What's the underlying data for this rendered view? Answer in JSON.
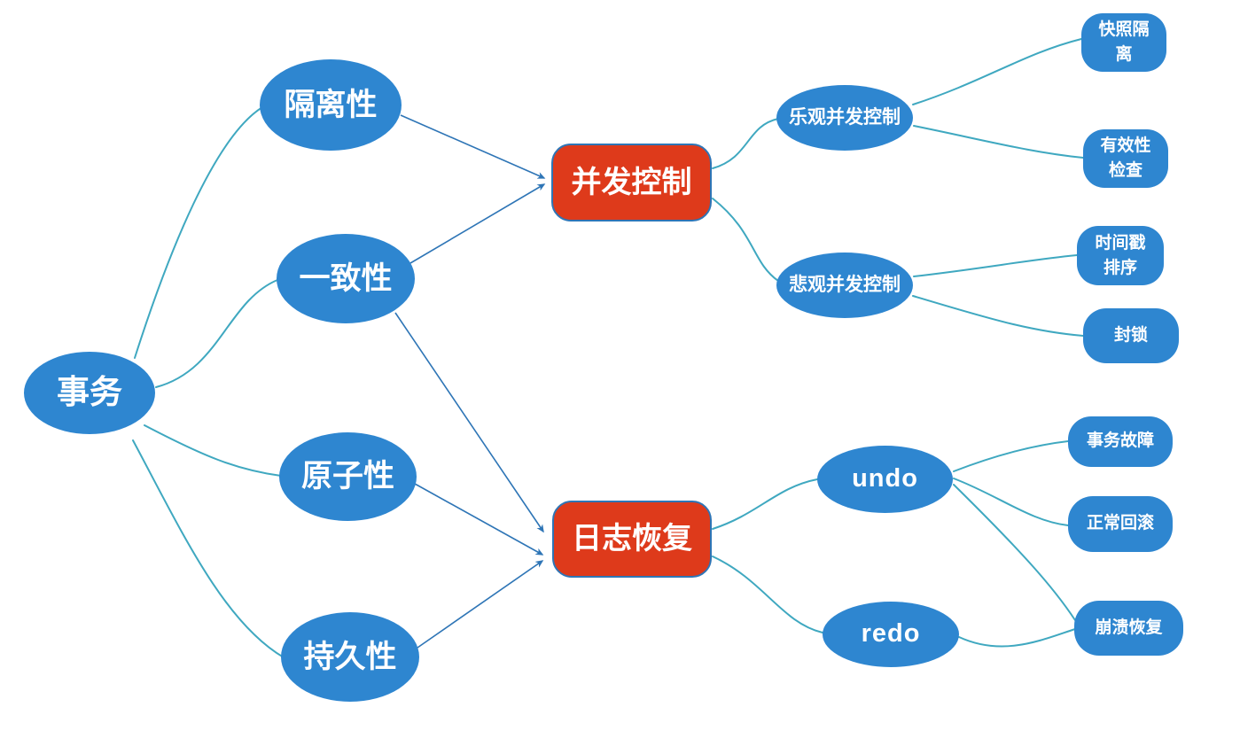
{
  "diagram_title": "事务 (transaction) mind map",
  "colors": {
    "node_blue": "#2E86D0",
    "hub_red": "#DE3A1B",
    "hub_border_blue": "#2E75B6",
    "curve_teal": "#3FA8C0",
    "arrow_blue": "#2E75B6",
    "text": "#FFFFFF",
    "background": "#FFFFFF"
  },
  "nodes": {
    "root": {
      "label": "事务"
    },
    "isolation": {
      "label": "隔离性"
    },
    "consistency": {
      "label": "一致性"
    },
    "atomicity": {
      "label": "原子性"
    },
    "durability": {
      "label": "持久性"
    },
    "concurrency_control": {
      "label": "并发控制"
    },
    "log_recovery": {
      "label": "日志恢复"
    },
    "optimistic_cc": {
      "label": "乐观并发控制"
    },
    "pessimistic_cc": {
      "label": "悲观并发控制"
    },
    "undo": {
      "label": "undo"
    },
    "redo": {
      "label": "redo"
    },
    "snapshot_isolation": {
      "label": "快照隔离"
    },
    "validity_check": {
      "label": "有效性检查"
    },
    "timestamp_ordering": {
      "label": "时间戳排序"
    },
    "locking": {
      "label": "封锁"
    },
    "transaction_failure": {
      "label": "事务故障"
    },
    "normal_rollback": {
      "label": "正常回滚"
    },
    "crash_recovery": {
      "label": "崩溃恢复"
    }
  },
  "edges": [
    {
      "from": "root",
      "to": "isolation",
      "style": "curve"
    },
    {
      "from": "root",
      "to": "consistency",
      "style": "curve"
    },
    {
      "from": "root",
      "to": "atomicity",
      "style": "curve"
    },
    {
      "from": "root",
      "to": "durability",
      "style": "curve"
    },
    {
      "from": "isolation",
      "to": "concurrency_control",
      "style": "arrow"
    },
    {
      "from": "consistency",
      "to": "concurrency_control",
      "style": "arrow"
    },
    {
      "from": "consistency",
      "to": "log_recovery",
      "style": "arrow"
    },
    {
      "from": "atomicity",
      "to": "log_recovery",
      "style": "arrow"
    },
    {
      "from": "durability",
      "to": "log_recovery",
      "style": "arrow"
    },
    {
      "from": "concurrency_control",
      "to": "optimistic_cc",
      "style": "curve"
    },
    {
      "from": "concurrency_control",
      "to": "pessimistic_cc",
      "style": "curve"
    },
    {
      "from": "optimistic_cc",
      "to": "snapshot_isolation",
      "style": "curve"
    },
    {
      "from": "optimistic_cc",
      "to": "validity_check",
      "style": "curve"
    },
    {
      "from": "pessimistic_cc",
      "to": "timestamp_ordering",
      "style": "curve"
    },
    {
      "from": "pessimistic_cc",
      "to": "locking",
      "style": "curve"
    },
    {
      "from": "log_recovery",
      "to": "undo",
      "style": "curve"
    },
    {
      "from": "log_recovery",
      "to": "redo",
      "style": "curve"
    },
    {
      "from": "undo",
      "to": "transaction_failure",
      "style": "curve"
    },
    {
      "from": "undo",
      "to": "normal_rollback",
      "style": "curve"
    },
    {
      "from": "undo",
      "to": "crash_recovery",
      "style": "curve"
    },
    {
      "from": "redo",
      "to": "crash_recovery",
      "style": "curve"
    }
  ]
}
